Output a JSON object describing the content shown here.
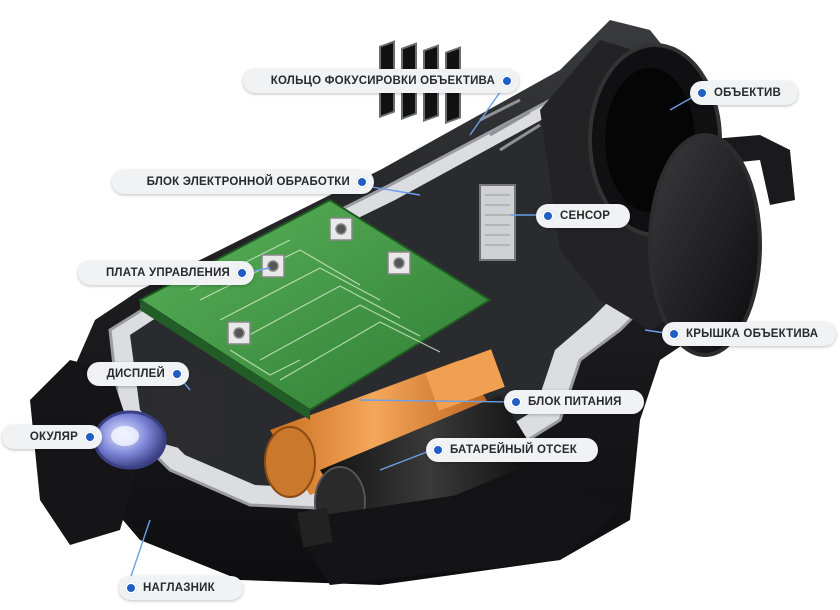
{
  "diagram": {
    "colors": {
      "pcb": "#3f9a3f",
      "housing": "#1b1b1d",
      "battery": "#e38b34",
      "accent": "#1f5fc4"
    },
    "callouts": [
      {
        "key": "focus_ring",
        "label": "КОЛЬЦО ФОКУСИРОВКИ ОБЪЕКТИВА"
      },
      {
        "key": "objective",
        "label": "ОБЪЕКТИВ"
      },
      {
        "key": "processing_unit",
        "label": "БЛОК ЭЛЕКТРОННОЙ ОБРАБОТКИ"
      },
      {
        "key": "sensor",
        "label": "СЕНСОР"
      },
      {
        "key": "control_board",
        "label": "ПЛАТА УПРАВЛЕНИЯ"
      },
      {
        "key": "lens_cap",
        "label": "КРЫШКА ОБЪЕКТИВА"
      },
      {
        "key": "display",
        "label": "ДИСПЛЕЙ"
      },
      {
        "key": "power_unit",
        "label": "БЛОК ПИТАНИЯ"
      },
      {
        "key": "eyepiece",
        "label": "ОКУЛЯР"
      },
      {
        "key": "battery_compartment",
        "label": "БАТАРЕЙНЫЙ ОТСЕК"
      },
      {
        "key": "eyecup",
        "label": "НАГЛАЗНИК"
      }
    ]
  }
}
